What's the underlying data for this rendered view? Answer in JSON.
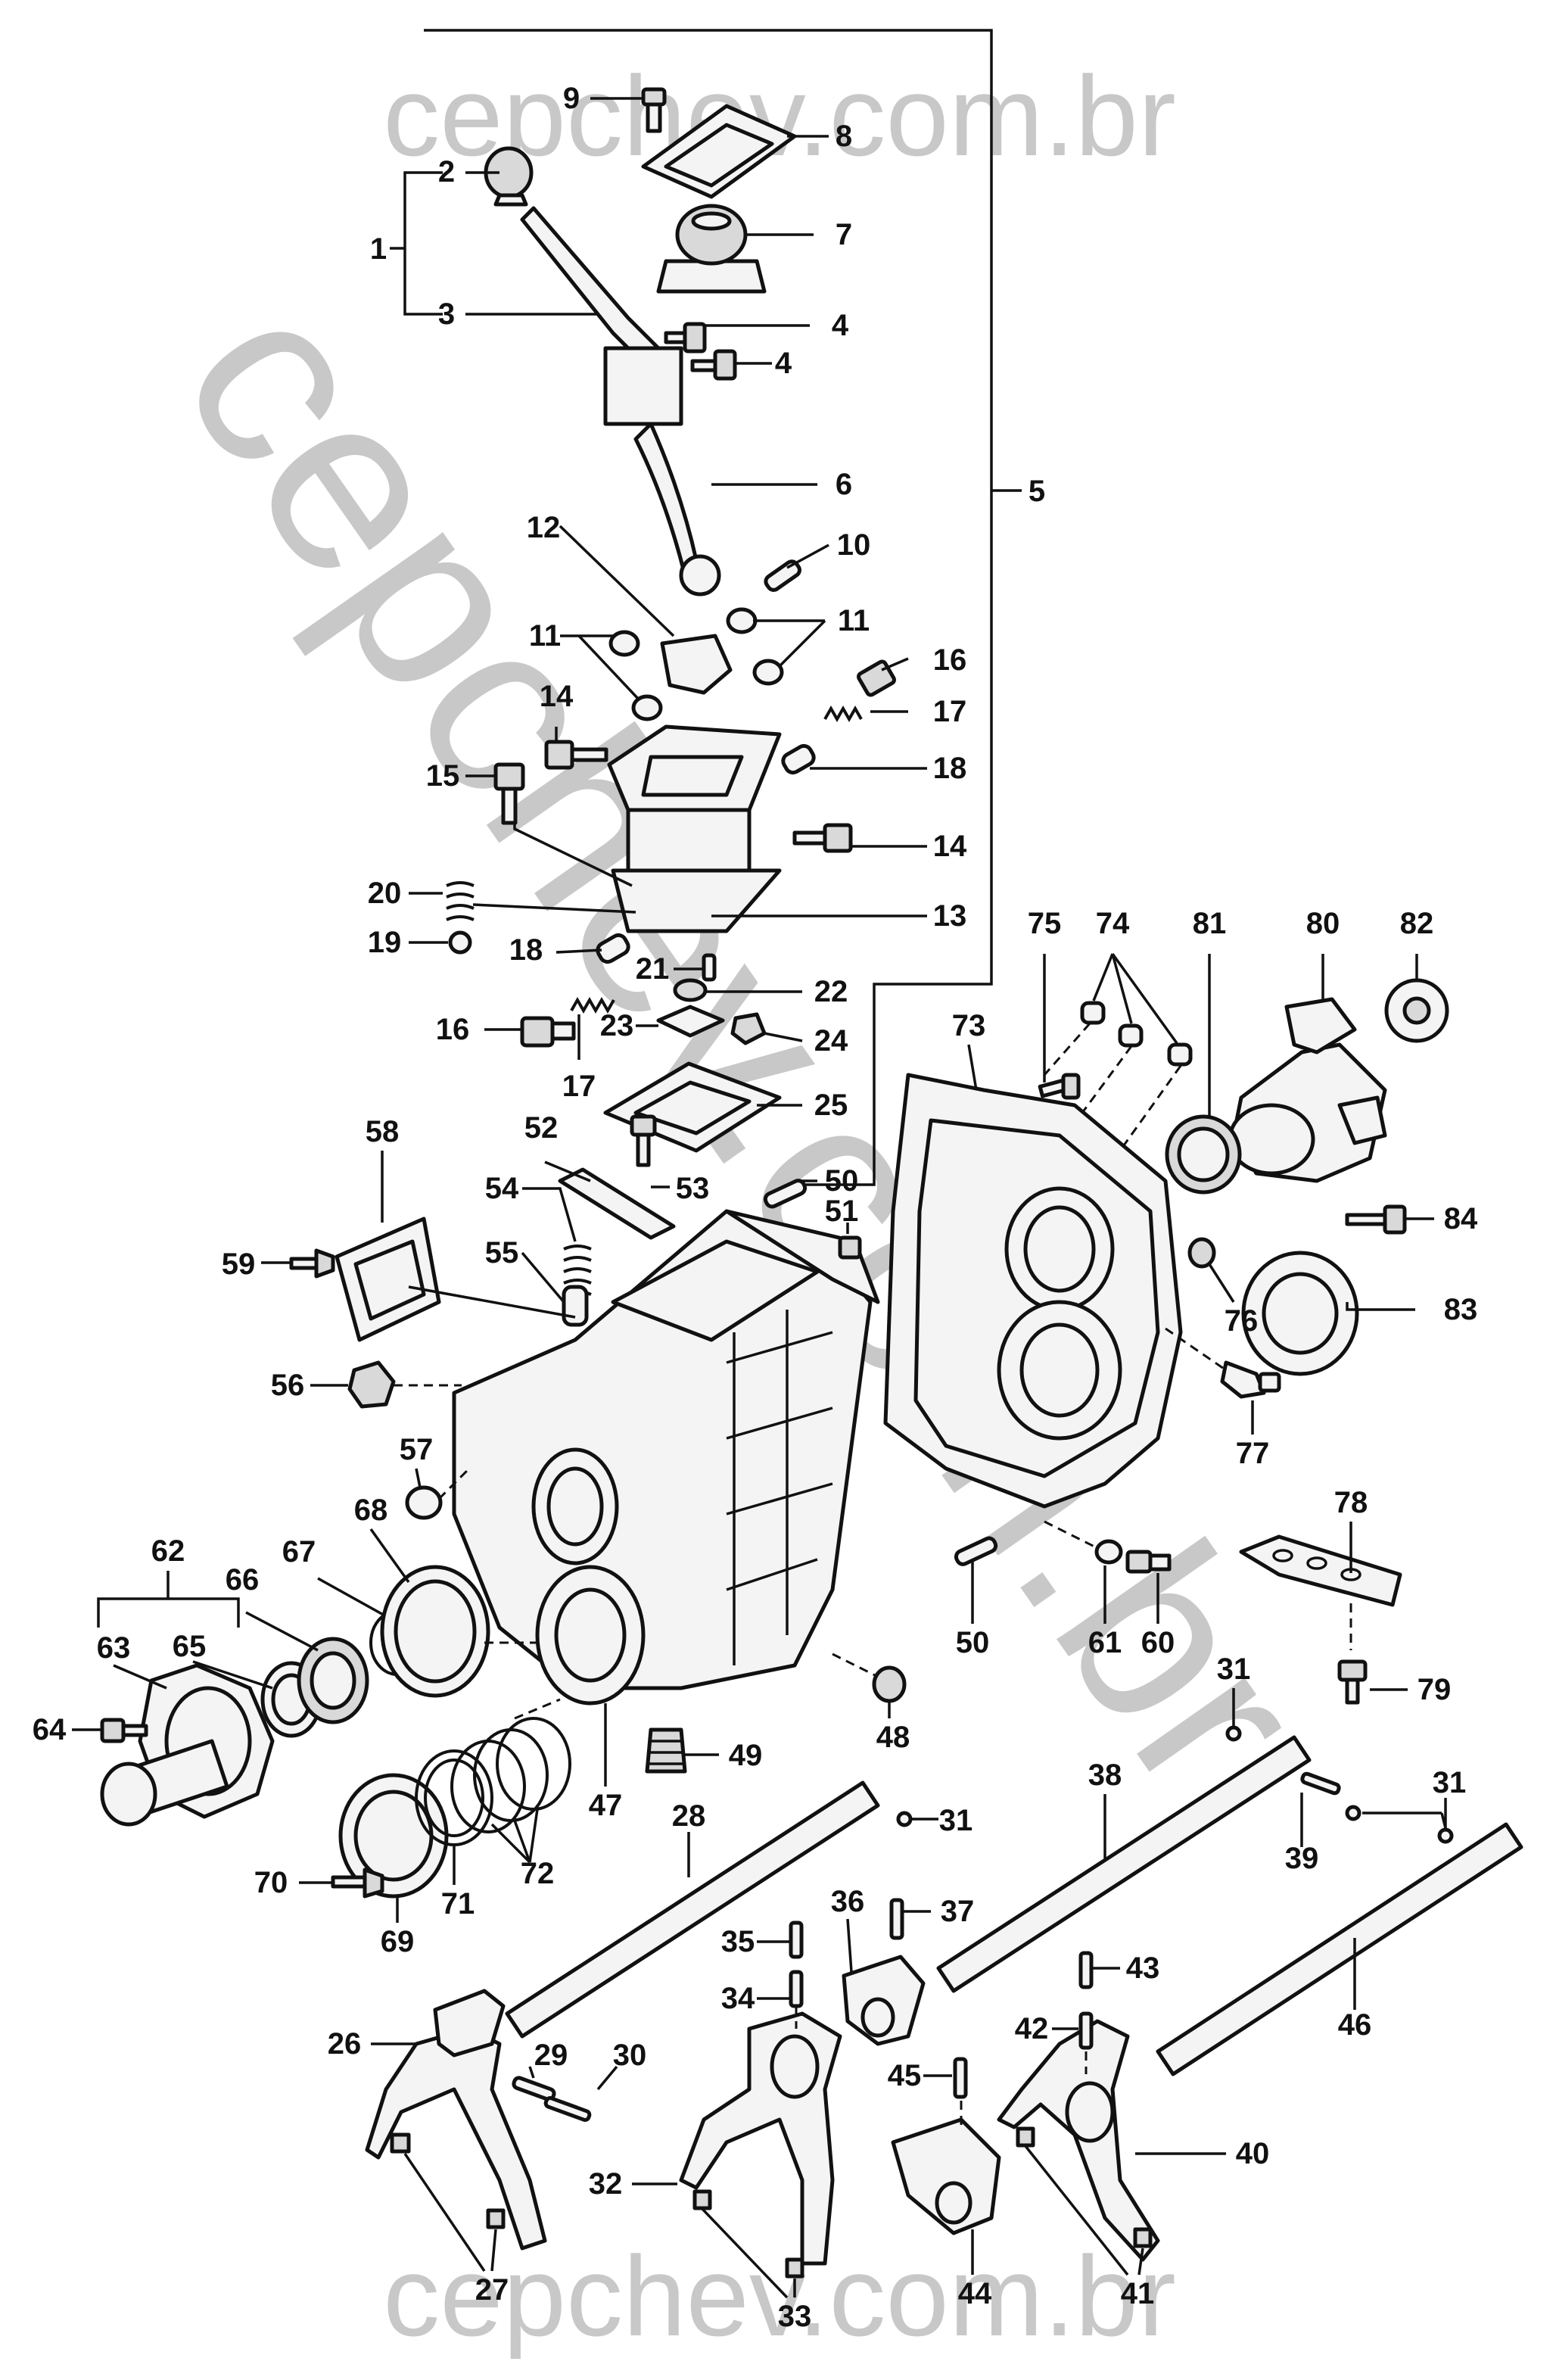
{
  "watermark": {
    "top": "cepchev.com.br",
    "bottom": "cepchev.com.br",
    "diagonal": "cepchev.com.br"
  },
  "callouts": [
    "1",
    "2",
    "3",
    "4",
    "4",
    "5",
    "6",
    "7",
    "8",
    "9",
    "10",
    "11",
    "11",
    "12",
    "13",
    "14",
    "14",
    "15",
    "16",
    "16",
    "17",
    "17",
    "18",
    "18",
    "19",
    "20",
    "21",
    "22",
    "23",
    "24",
    "25",
    "26",
    "27",
    "28",
    "29",
    "30",
    "31",
    "31",
    "31",
    "32",
    "33",
    "34",
    "35",
    "36",
    "37",
    "38",
    "39",
    "40",
    "41",
    "42",
    "43",
    "44",
    "45",
    "46",
    "47",
    "48",
    "49",
    "50",
    "50",
    "51",
    "52",
    "53",
    "54",
    "55",
    "56",
    "57",
    "58",
    "59",
    "60",
    "61",
    "62",
    "63",
    "64",
    "65",
    "66",
    "67",
    "68",
    "69",
    "70",
    "71",
    "72",
    "73",
    "74",
    "75",
    "76",
    "77",
    "78",
    "79",
    "80",
    "81",
    "82",
    "83",
    "84"
  ]
}
